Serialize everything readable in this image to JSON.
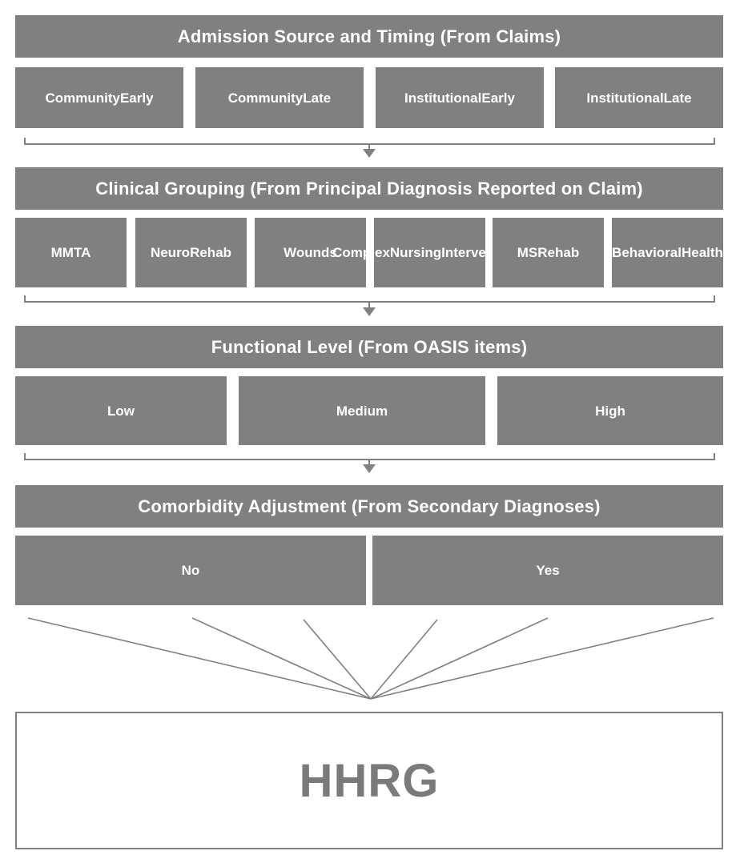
{
  "diagram": {
    "sections": [
      {
        "title": "Admission Source and Timing (From Claims)",
        "boxes": [
          {
            "lines": [
              "Community",
              "Early"
            ]
          },
          {
            "lines": [
              "Community",
              "Late"
            ]
          },
          {
            "lines": [
              "Institutional",
              "Early"
            ]
          },
          {
            "lines": [
              "Institutional",
              "Late"
            ]
          }
        ]
      },
      {
        "title": "Clinical Grouping (From Principal Diagnosis Reported on Claim)",
        "boxes": [
          {
            "lines": [
              "MMTA"
            ]
          },
          {
            "lines": [
              "Neuro",
              "Rehab"
            ]
          },
          {
            "lines": [
              "Wounds"
            ]
          },
          {
            "lines": [
              "Complex",
              "Nursing",
              "Interventions"
            ]
          },
          {
            "lines": [
              "MS",
              "Rehab"
            ]
          },
          {
            "lines": [
              "Behavioral",
              "Health"
            ]
          }
        ]
      },
      {
        "title": "Functional Level (From OASIS items)",
        "boxes": [
          {
            "lines": [
              "Low"
            ]
          },
          {
            "lines": [
              "Medium"
            ]
          },
          {
            "lines": [
              "High"
            ]
          }
        ]
      },
      {
        "title": "Comorbidity Adjustment (From Secondary Diagnoses)",
        "boxes": [
          {
            "lines": [
              "No"
            ]
          },
          {
            "lines": [
              "Yes"
            ]
          }
        ]
      }
    ],
    "result": "HHRG",
    "colors": {
      "block": "#808080",
      "text": "#ffffff",
      "line": "#808080",
      "result_text": "#7a7a7a"
    }
  }
}
